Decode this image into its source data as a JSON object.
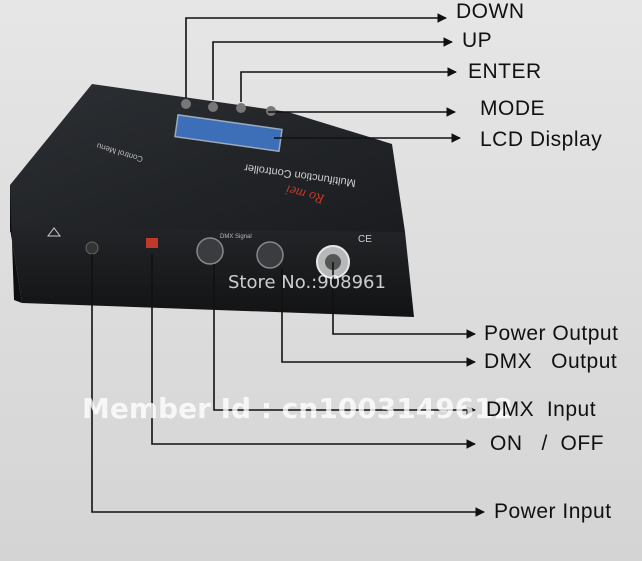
{
  "labels": {
    "down": "DOWN",
    "up": "UP",
    "enter": "ENTER",
    "mode": "MODE",
    "lcd": "LCD Display",
    "power_output": "Power Output",
    "dmx_output": "DMX   Output",
    "dmx_input": "DMX  Input",
    "on_off": "ON   /  OFF",
    "power_input": "Power Input"
  },
  "device": {
    "title": "Multifunction Controller",
    "brand": "Ro  mei",
    "menu": "Control Menu",
    "dmx_signal": "DMX Signal",
    "ce": "CE"
  },
  "watermarks": {
    "store": "Store No.:908961",
    "member": "Member Id : cn1003149612"
  },
  "colors": {
    "device": "#1f2124",
    "lcd": "#3c6fb8",
    "background": "#dcdcdc",
    "brand": "#c0392b"
  }
}
